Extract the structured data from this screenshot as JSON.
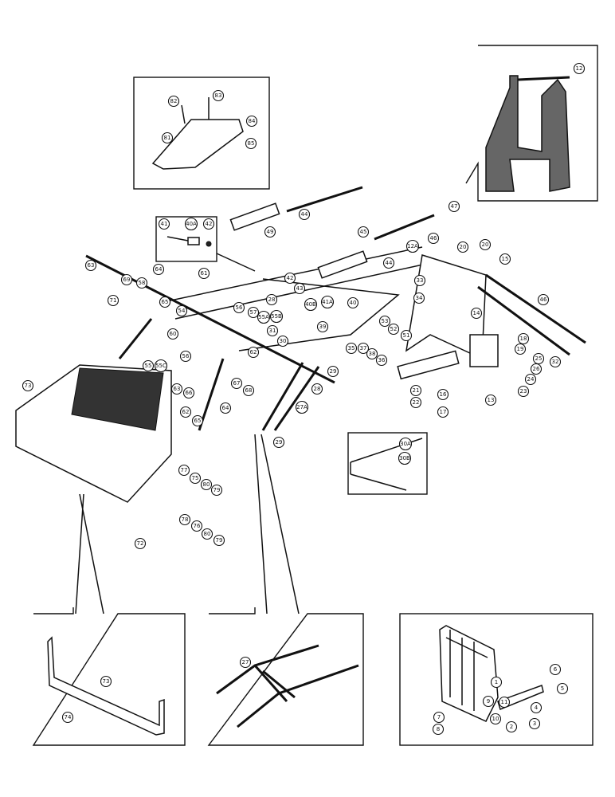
{
  "diagram": {
    "type": "exploded parts diagram",
    "ink_color": "#111111",
    "paper_color": "#ffffff",
    "callouts": [
      "82",
      "83",
      "84",
      "85",
      "81",
      "12",
      "41",
      "40A",
      "42",
      "44",
      "49",
      "45",
      "44",
      "46",
      "47",
      "12A",
      "20",
      "20",
      "15",
      "14",
      "33",
      "34",
      "46",
      "32",
      "18",
      "19",
      "25",
      "26",
      "24",
      "23",
      "13",
      "21",
      "22",
      "16",
      "17",
      "63",
      "64",
      "69",
      "58",
      "71",
      "61",
      "65",
      "54",
      "60",
      "42",
      "43",
      "40B",
      "41A",
      "28",
      "56",
      "57",
      "55A",
      "55B",
      "31",
      "30",
      "39",
      "40",
      "53",
      "52",
      "51",
      "35",
      "37",
      "38",
      "36",
      "29",
      "28",
      "27A",
      "55",
      "55C",
      "56",
      "62",
      "67",
      "68",
      "63",
      "66",
      "64",
      "62",
      "65",
      "29",
      "77",
      "75",
      "80",
      "79",
      "78",
      "76",
      "80",
      "79",
      "72",
      "73",
      "30A",
      "30B",
      "73",
      "74",
      "27",
      "1",
      "6",
      "5",
      "4",
      "3",
      "2",
      "10",
      "9",
      "11",
      "7",
      "8"
    ]
  }
}
